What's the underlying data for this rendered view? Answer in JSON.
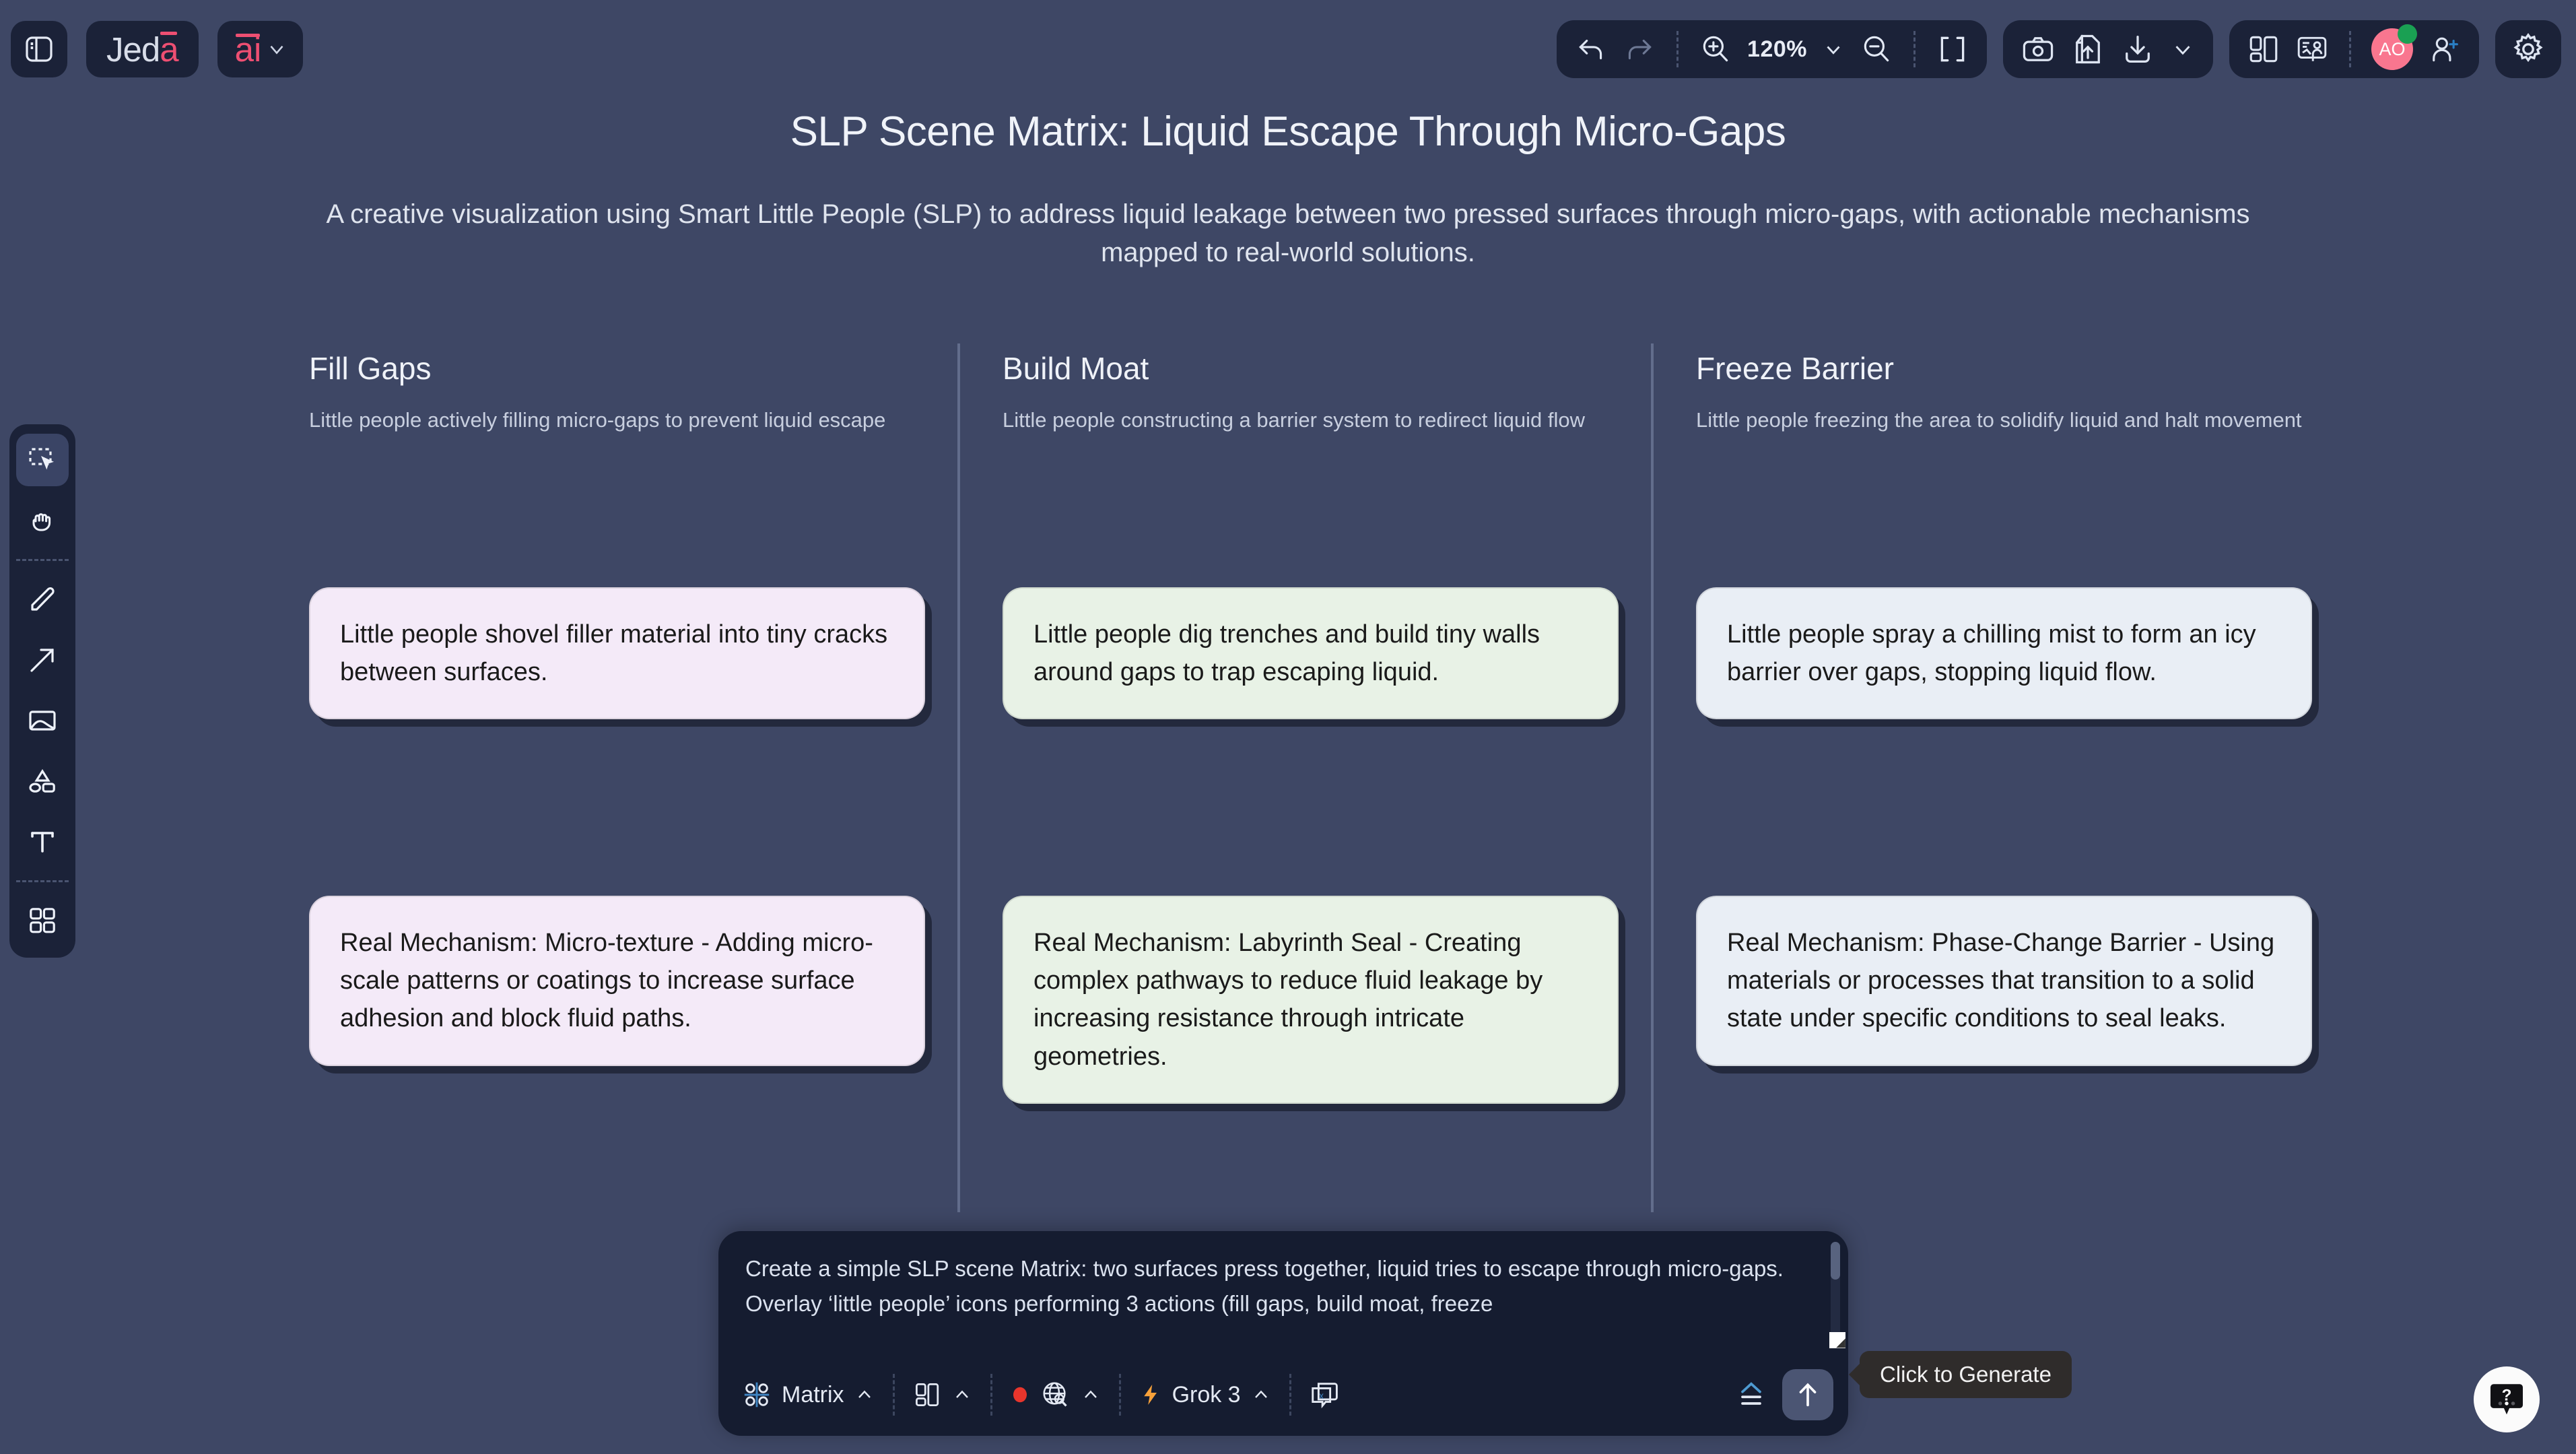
{
  "app": {
    "brand_prefix": "Jed",
    "brand_suffix": "a",
    "mode_label": "ai",
    "accent": "#ee4f72"
  },
  "toolbar": {
    "zoom_level": "120%",
    "icons": {
      "panel": "sidebar-panel-icon",
      "undo": "undo-icon",
      "redo": "redo-icon",
      "zoom_in": "zoom-in-icon",
      "zoom_out": "zoom-out-icon",
      "fit": "fit-screen-icon",
      "camera": "camera-icon",
      "upload": "file-upload-icon",
      "download": "download-icon",
      "layout": "layout-split-icon",
      "present": "presentation-icon",
      "invite": "add-user-icon",
      "settings": "gear-icon"
    },
    "avatar_initials": "AO"
  },
  "left_tools": [
    {
      "name": "select-tool",
      "active": true
    },
    {
      "name": "hand-tool",
      "active": false
    },
    {
      "name": "pen-tool",
      "active": false
    },
    {
      "name": "arrow-tool",
      "active": false
    },
    {
      "name": "image-tool",
      "active": false
    },
    {
      "name": "shape-tool",
      "active": false
    },
    {
      "name": "text-tool",
      "active": false
    },
    {
      "name": "grid-tool",
      "active": false
    }
  ],
  "canvas": {
    "title": "SLP Scene Matrix: Liquid Escape Through Micro-Gaps",
    "subtitle": "A creative visualization using Smart Little People (SLP) to address liquid leakage between two pressed surfaces through micro-gaps, with actionable mechanisms mapped to real-world solutions.",
    "columns": [
      {
        "title": "Fill Gaps",
        "subtitle": "Little people actively filling micro-gaps to prevent liquid escape",
        "action_card": "Little people shovel filler material into tiny cracks between surfaces.",
        "mechanism_card": "Real Mechanism: Micro-texture - Adding micro-scale patterns or coatings to increase surface adhesion and block fluid paths.",
        "card_color": "#f4eaf8"
      },
      {
        "title": "Build Moat",
        "subtitle": "Little people constructing a barrier system to redirect liquid flow",
        "action_card": "Little people dig trenches and build tiny walls around gaps to trap escaping liquid.",
        "mechanism_card": "Real Mechanism: Labyrinth Seal - Creating complex pathways to reduce fluid leakage by increasing resistance through intricate geometries.",
        "card_color": "#e8f2e6"
      },
      {
        "title": "Freeze Barrier",
        "subtitle": "Little people freezing the area to solidify liquid and halt movement",
        "action_card": "Little people spray a chilling mist to form an icy barrier over gaps, stopping liquid flow.",
        "mechanism_card": "Real Mechanism: Phase-Change Barrier - Using materials or processes that transition to a solid state under specific conditions to seal leaks.",
        "card_color": "#e9eef5"
      }
    ]
  },
  "dock": {
    "prompt_text": "Create a simple SLP scene Matrix: two surfaces press together, liquid tries to escape through micro-gaps. Overlay ‘little people’ icons performing 3 actions (fill gaps, build moat, freeze",
    "mode_label": "Matrix",
    "model_label": "Grok 3",
    "icons": {
      "matrix": "matrix-grid-icon",
      "layout": "layout-split-icon",
      "web": "web-search-globe-icon",
      "record_dot": "record-dot-icon",
      "bolt": "lightning-bolt-icon",
      "chat_x": "chat-x-icon",
      "collapse": "collapse-icon",
      "send": "send-arrow-up-icon",
      "chevron": "chevron-up-icon"
    }
  },
  "tooltip": {
    "text": "Click to Generate"
  },
  "help": {
    "icon": "help-question-icon"
  }
}
